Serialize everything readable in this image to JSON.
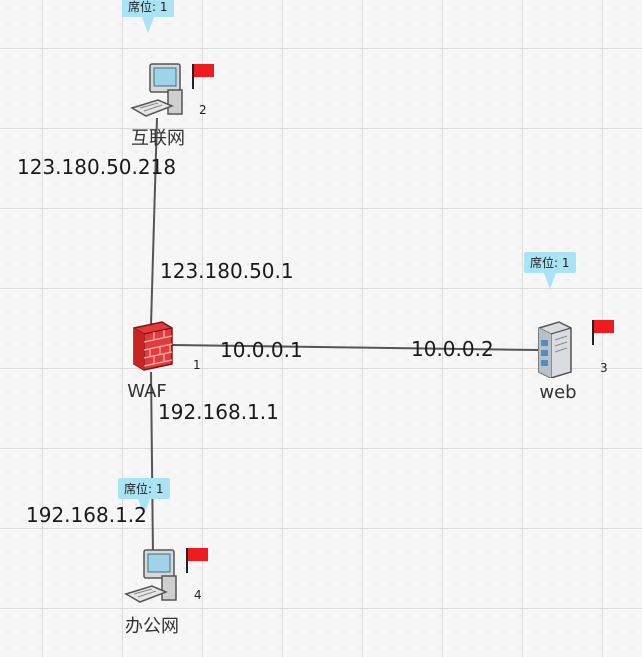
{
  "nodes": {
    "internet": {
      "name": "互联网",
      "number": "2",
      "seat": "席位: 1"
    },
    "waf": {
      "name": "WAF",
      "number": "1"
    },
    "web": {
      "name": "web",
      "number": "3",
      "seat": "席位: 1"
    },
    "office": {
      "name": "办公网",
      "number": "4",
      "seat": "席位: 1"
    }
  },
  "ip_labels": {
    "internet_ip": "123.180.50.218",
    "waf_wan_ip": "123.180.50.1",
    "waf_dmz_ip": "10.0.0.1",
    "web_ip": "10.0.0.2",
    "waf_lan_ip": "192.168.1.1",
    "office_ip": "192.168.1.2"
  },
  "colors": {
    "flag": "#ee1c1c",
    "seat_bg": "#a9e3f4",
    "link": "#555555",
    "firewall": "#e33b3b"
  }
}
